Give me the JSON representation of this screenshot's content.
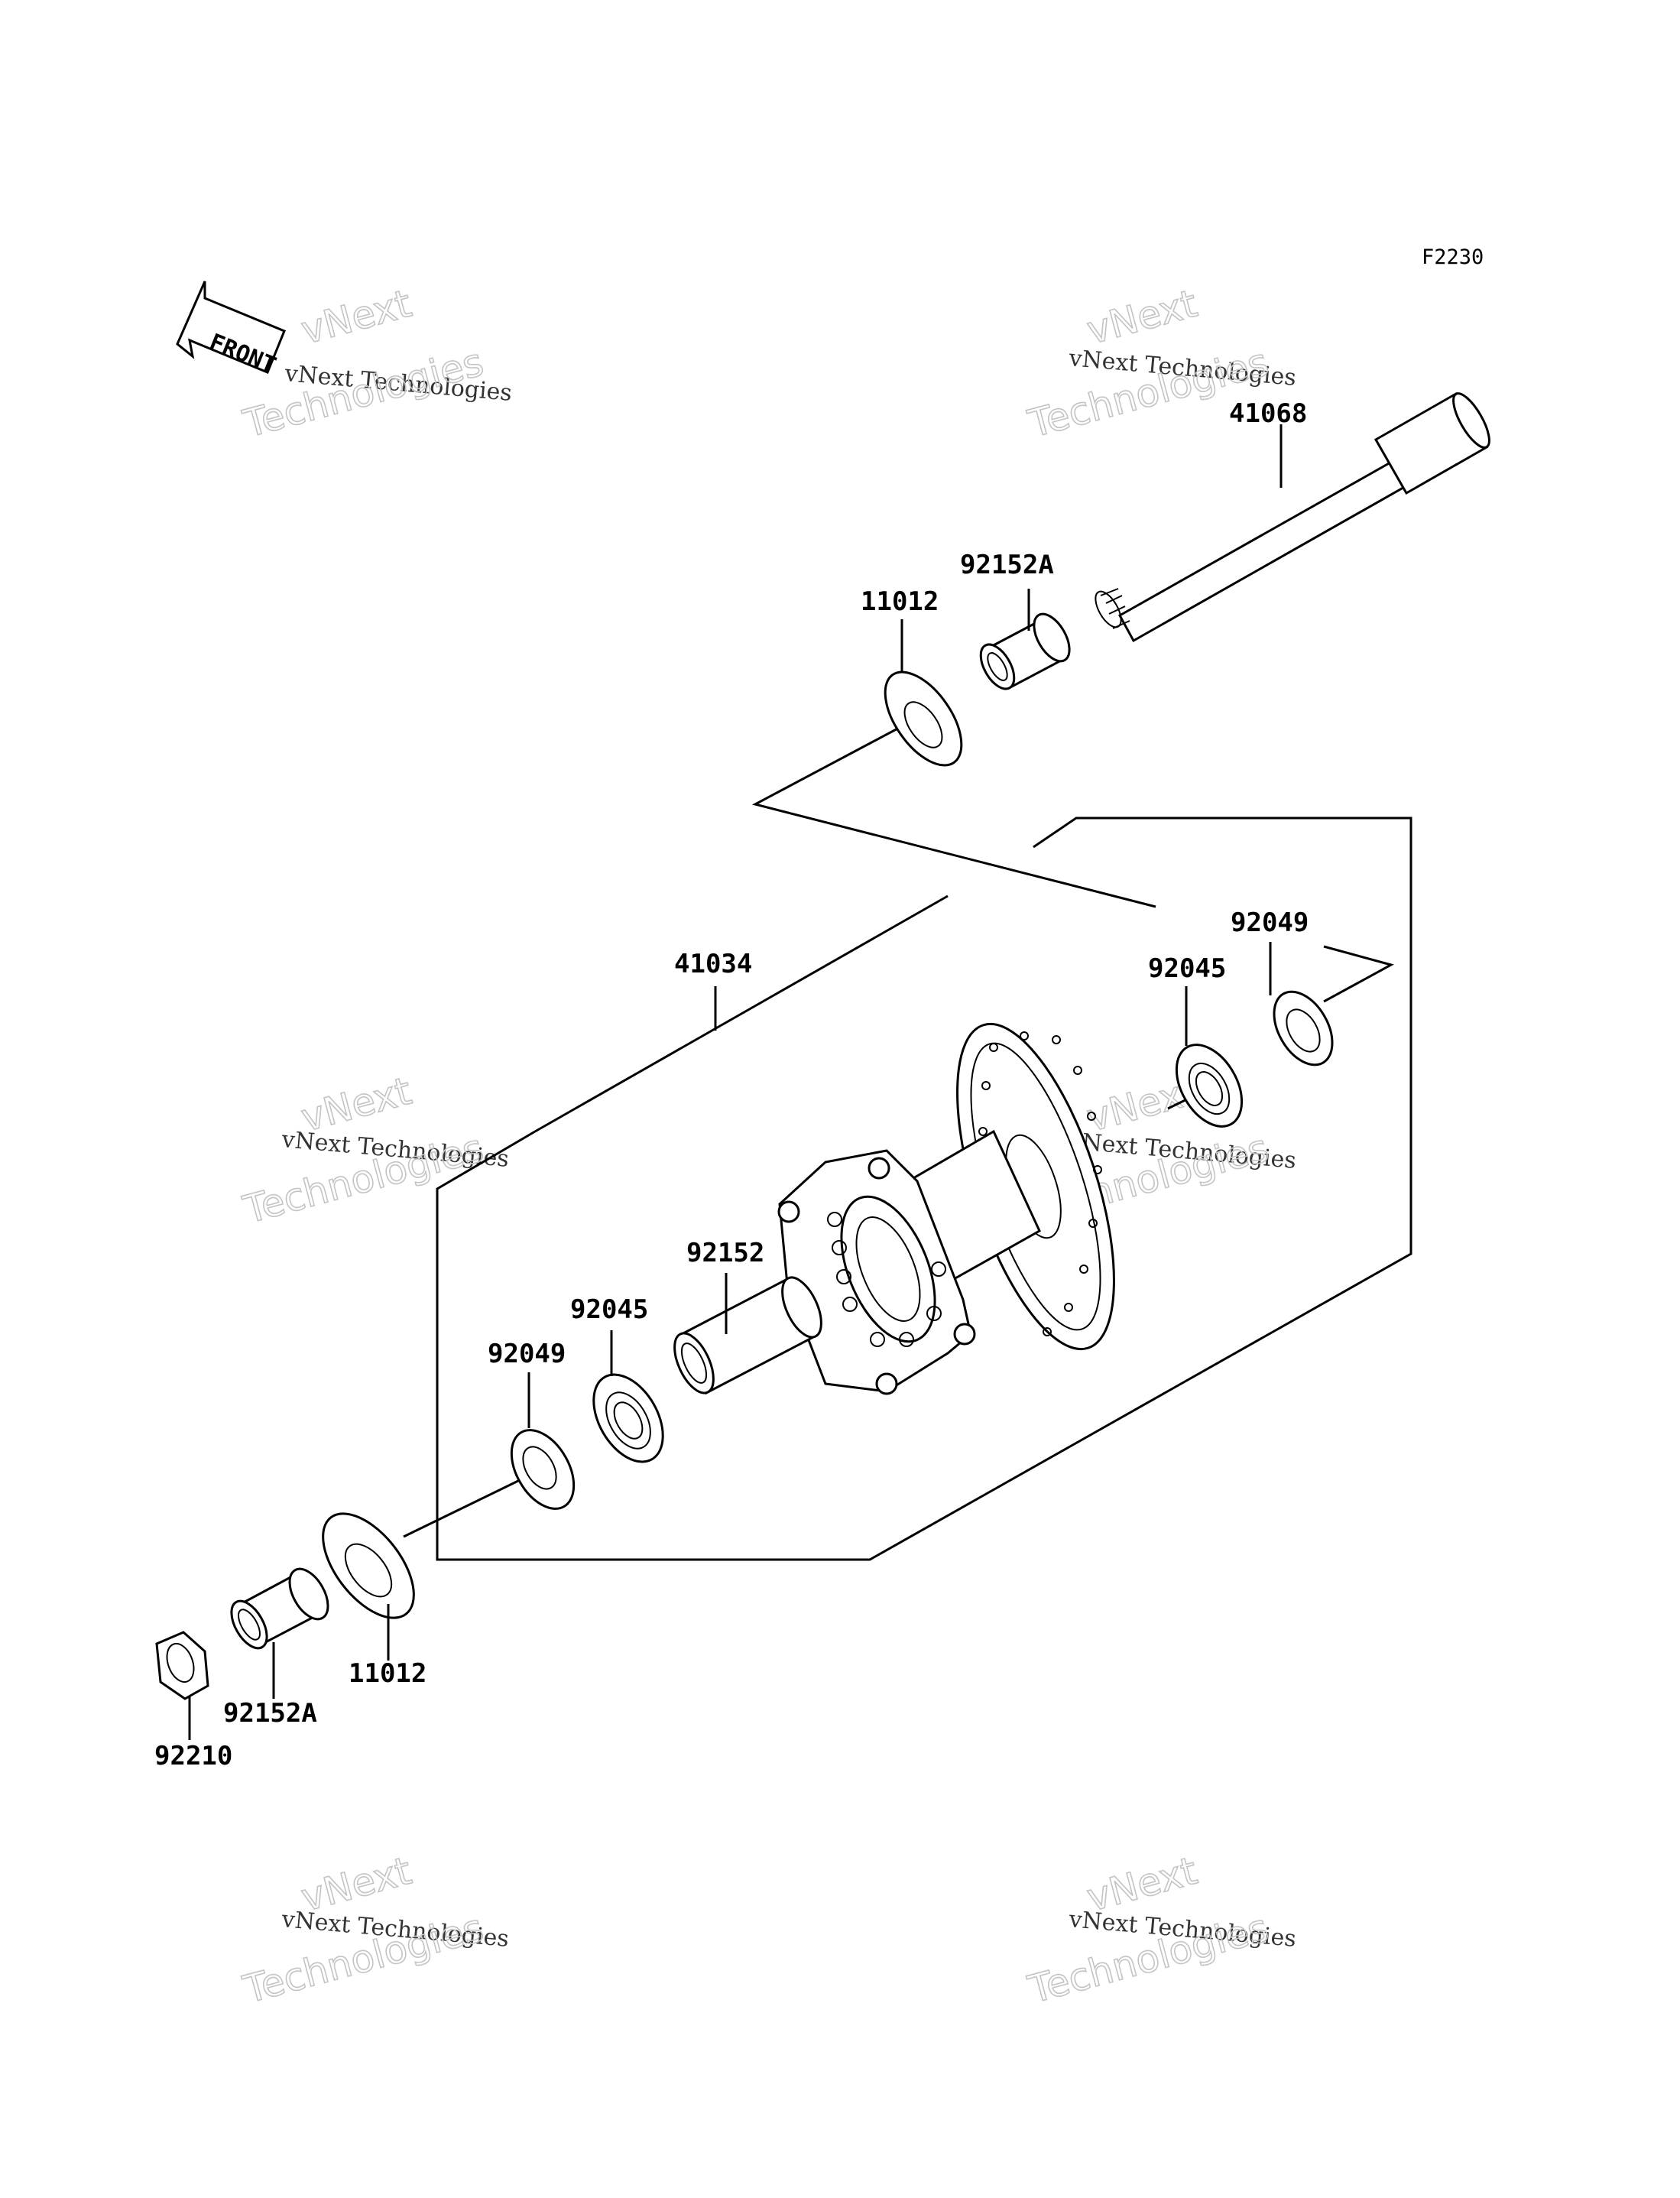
{
  "diagram_code": "F2230",
  "direction_label": "FRONT",
  "watermarks": [
    {
      "small": "vNext Technologies",
      "big_line1": "vNext",
      "big_line2": "Technologies"
    },
    {
      "small": "vNext Technologies",
      "big_line1": "vNext",
      "big_line2": "Technologies"
    },
    {
      "small": "vNext Technologies",
      "big_line1": "vNext",
      "big_line2": "Technologies"
    },
    {
      "small": "vNext Technologies",
      "big_line1": "vNext",
      "big_line2": "Technologies"
    },
    {
      "small": "vNext Technologies",
      "big_line1": "vNext",
      "big_line2": "Technologies"
    },
    {
      "small": "vNext Technologies",
      "big_line1": "vNext",
      "big_line2": "Technologies"
    }
  ],
  "parts": [
    {
      "id": "axle",
      "number": "41068"
    },
    {
      "id": "collar-upper",
      "number": "92152A"
    },
    {
      "id": "seal-upper",
      "number": "11012"
    },
    {
      "id": "hub",
      "number": "41034"
    },
    {
      "id": "oil-seal-right",
      "number": "92049"
    },
    {
      "id": "bearing-right",
      "number": "92045"
    },
    {
      "id": "spacer",
      "number": "92152"
    },
    {
      "id": "bearing-left",
      "number": "92045"
    },
    {
      "id": "oil-seal-left",
      "number": "92049"
    },
    {
      "id": "seal-lower",
      "number": "11012"
    },
    {
      "id": "collar-lower",
      "number": "92152A"
    },
    {
      "id": "axle-nut",
      "number": "92210"
    }
  ]
}
